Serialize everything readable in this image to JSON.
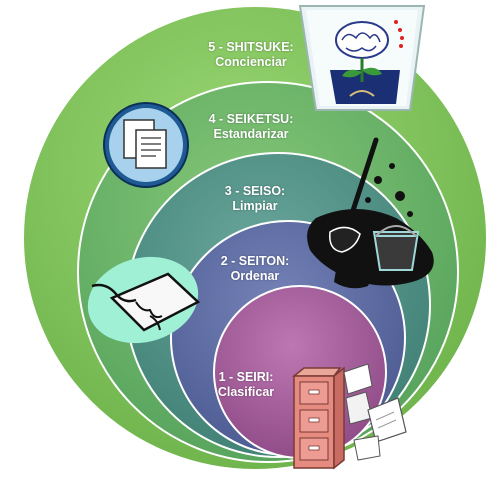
{
  "levels": [
    {
      "number_name": "5 - SHITSUKE:",
      "verb": "Concienciar",
      "color": "#7dc35a",
      "icon": "brain-sprout-icon"
    },
    {
      "number_name": "4 - SEIKETSU:",
      "verb": "Estandarizar",
      "color": "#5fae6b",
      "icon": "documents-icon"
    },
    {
      "number_name": "3 - SEISO:",
      "verb": "Limpiar",
      "color": "#4f8f84",
      "icon": "mop-bucket-icon"
    },
    {
      "number_name": "2 - SEITON:",
      "verb": "Ordenar",
      "color": "#5a6aa0",
      "icon": "clipboard-hand-icon"
    },
    {
      "number_name": "1 - SEIRI:",
      "verb": "Clasificar",
      "color": "#a35d9a",
      "icon": "filing-cabinet-icon"
    }
  ]
}
